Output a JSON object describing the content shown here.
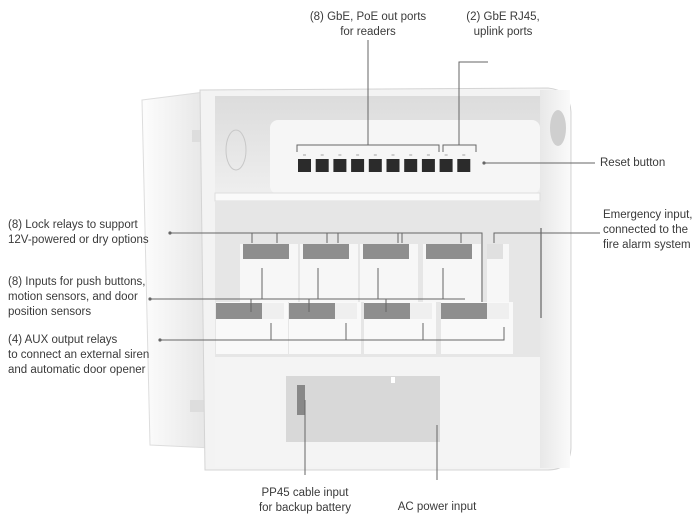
{
  "callouts": {
    "poe_ports": [
      "(8) GbE, PoE out ports",
      "for readers"
    ],
    "uplink_ports": [
      "(2) GbE RJ45,",
      "uplink ports"
    ],
    "reset": [
      "Reset button"
    ],
    "lock_relays": [
      "(8) Lock relays to support",
      "12V-powered or dry options"
    ],
    "emergency": [
      "Emergency input,",
      "connected to the",
      "fire alarm system"
    ],
    "inputs": [
      "(8) Inputs for push buttons,",
      "motion sensors, and door",
      "position sensors"
    ],
    "aux": [
      "(4) AUX output relays",
      "to connect an external siren",
      "and automatic door opener"
    ],
    "pp45": [
      "PP45 cable input",
      "for backup battery"
    ],
    "ac_power": [
      "AC power input"
    ]
  },
  "colors": {
    "led": "#2f8fe8",
    "line": "#555555",
    "body": "#f2f2f2"
  }
}
